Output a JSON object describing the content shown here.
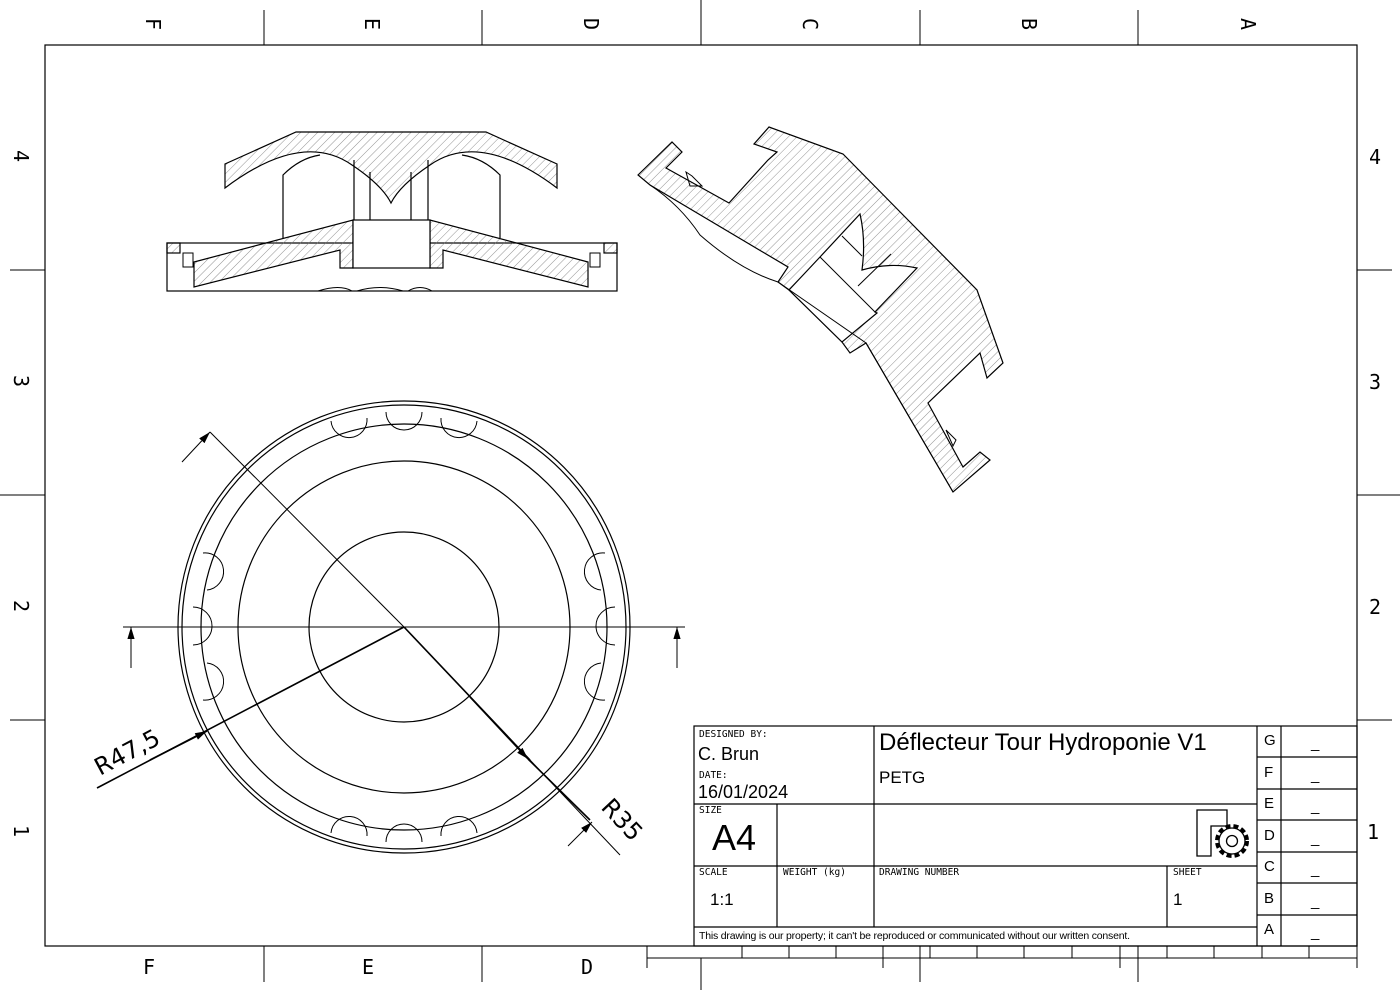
{
  "frame": {
    "columns_top": [
      "F",
      "E",
      "D",
      "C",
      "B",
      "A"
    ],
    "columns_bottom": [
      "F",
      "E",
      "D"
    ],
    "rows_left": [
      "4",
      "3",
      "2",
      "1"
    ],
    "rows_right": [
      "4",
      "3",
      "2",
      "1"
    ]
  },
  "dimensions": {
    "outer_radius": "R47,5",
    "inner_radius": "R35"
  },
  "title_block": {
    "designed_by_label": "DESIGNED BY:",
    "designer": "C. Brun",
    "date_label": "DATE:",
    "date": "16/01/2024",
    "title": "Déflecteur Tour Hydroponie V1",
    "material": "PETG",
    "size_label": "SIZE",
    "size": "A4",
    "scale_label": "SCALE",
    "scale": "1:1",
    "weight_label": "WEIGHT (kg)",
    "drawing_number_label": "DRAWING NUMBER",
    "sheet_label": "SHEET",
    "sheet": "1",
    "disclaimer": "This drawing is our property; it can't be reproduced or communicated without our written consent.",
    "revisions": [
      {
        "letter": "G",
        "value": "_"
      },
      {
        "letter": "F",
        "value": "_"
      },
      {
        "letter": "E",
        "value": "_"
      },
      {
        "letter": "D",
        "value": "_"
      },
      {
        "letter": "C",
        "value": "_"
      },
      {
        "letter": "B",
        "value": "_"
      },
      {
        "letter": "A",
        "value": "_"
      }
    ]
  }
}
